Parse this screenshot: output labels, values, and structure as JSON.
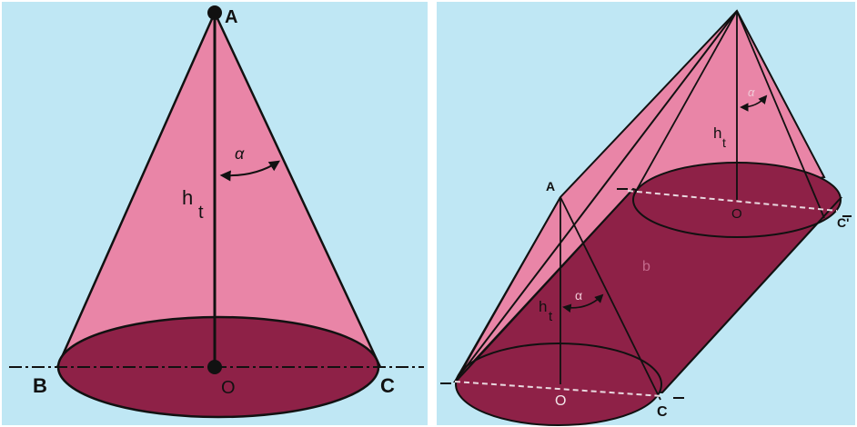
{
  "colors": {
    "background": "#bfe7f4",
    "cone_fill": "#e985a7",
    "base_fill": "#8e2147",
    "outline": "#111111",
    "dashed_line": "#e9d8df"
  },
  "left_figure": {
    "apex_label": "A",
    "height_label": "h",
    "height_subscript": "t",
    "angle_label": "α",
    "center_label": "O",
    "left_label": "B",
    "right_label": "C"
  },
  "right_figure": {
    "apex_label": "A",
    "height_label": "h",
    "height_subscript": "t",
    "angle_label": "α",
    "center_label": "O",
    "right_label": "C",
    "right_label_prime": "C'",
    "top_height_label": "h",
    "top_height_subscript": "t",
    "top_angle_label": "α",
    "top_center_label": "O",
    "body_label": "b"
  }
}
